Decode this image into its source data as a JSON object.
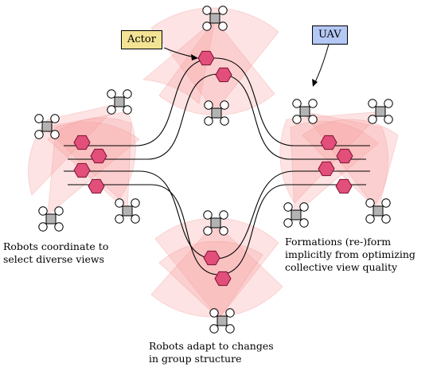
{
  "labels": {
    "actor": "Actor",
    "uav": "UAV"
  },
  "captions": {
    "left": "Robots coordinate to select diverse views",
    "right": "Formations (re-)form implicitly from optimizing collective view quality",
    "bottom": "Robots adapt to changes in group structure"
  },
  "colors": {
    "actor_fill": "#e24f7a",
    "actor_box": "#f3e394",
    "uav_box": "#b4c8f5",
    "drone_body": "#b3b3b3",
    "view_cone": "#f5a0a0"
  }
}
